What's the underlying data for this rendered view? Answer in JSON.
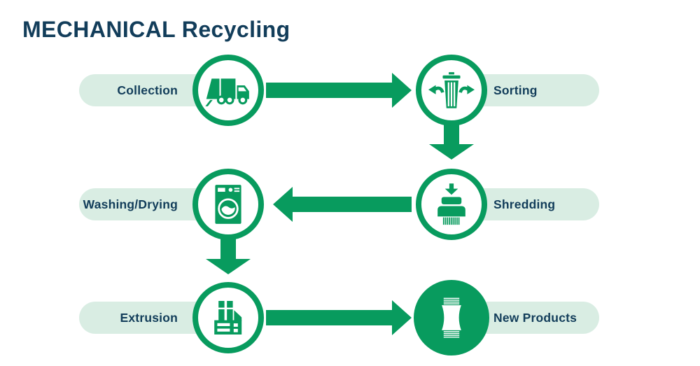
{
  "title": "MECHANICAL Recycling",
  "colors": {
    "green": "#089B5E",
    "mint": "#D9EDE3",
    "navy": "#123D5A",
    "background": "#FFFFFF"
  },
  "diagram": {
    "steps": [
      {
        "id": "collection",
        "label": "Collection",
        "icon": "garbage-truck-icon",
        "label_side": "left",
        "circle_style": "outlined"
      },
      {
        "id": "sorting",
        "label": "Sorting",
        "icon": "sorting-bin-icon",
        "label_side": "right",
        "circle_style": "outlined"
      },
      {
        "id": "shredding",
        "label": "Shredding",
        "icon": "shredder-icon",
        "label_side": "right",
        "circle_style": "outlined"
      },
      {
        "id": "washing-drying",
        "label": "Washing/Drying",
        "icon": "washing-machine-icon",
        "label_side": "left",
        "circle_style": "outlined"
      },
      {
        "id": "extrusion",
        "label": "Extrusion",
        "icon": "factory-icon",
        "label_side": "left",
        "circle_style": "outlined"
      },
      {
        "id": "new-products",
        "label": "New Products",
        "icon": "package-icon",
        "label_side": "right",
        "circle_style": "filled"
      }
    ],
    "connections": [
      {
        "from": "Collection",
        "to": "Sorting",
        "direction": "right"
      },
      {
        "from": "Sorting",
        "to": "Shredding",
        "direction": "down"
      },
      {
        "from": "Shredding",
        "to": "Washing/Drying",
        "direction": "left"
      },
      {
        "from": "Washing/Drying",
        "to": "Extrusion",
        "direction": "down"
      },
      {
        "from": "Extrusion",
        "to": "New Products",
        "direction": "right"
      }
    ]
  }
}
